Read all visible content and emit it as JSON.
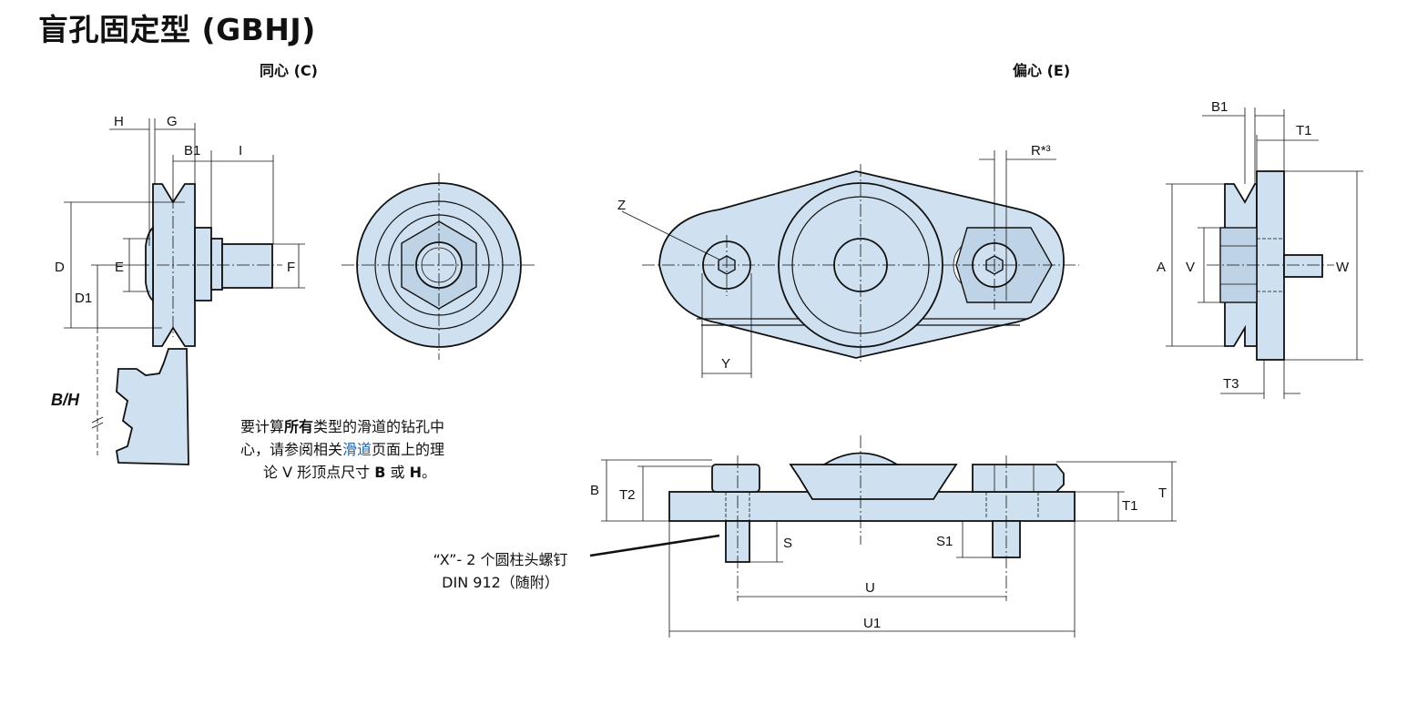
{
  "title": "盲孔固定型 (GBHJ)",
  "views": {
    "concentric_label": "同心 (C)",
    "eccentric_label": "偏心 (E)"
  },
  "note": {
    "line1_pre": "要计算",
    "line1_bold": "所有",
    "line1_post": "类型的滑道的钻孔中",
    "line2_pre": "心，请参阅相关",
    "line2_link": "滑道",
    "line2_post": "页面上的理",
    "line3_pre": "论 V 形顶点尺寸 ",
    "line3_b": "B",
    "line3_mid": " 或 ",
    "line3_h": "H",
    "line3_end": "。"
  },
  "screw_note": {
    "line1": "“X”- 2 个圆柱头螺钉",
    "line2": "DIN 912（随附）"
  },
  "dims": {
    "H": "H",
    "G": "G",
    "B1": "B1",
    "I": "I",
    "D": "D",
    "E": "E",
    "F": "F",
    "D1": "D1",
    "BH": "B/H",
    "Z": "Z",
    "R": "R*³",
    "Y": "Y",
    "T1": "T1",
    "A": "A",
    "V": "V",
    "W": "W",
    "T3": "T3",
    "B": "B",
    "T2": "T2",
    "T": "T",
    "S": "S",
    "S1": "S1",
    "U": "U",
    "U1": "U1"
  }
}
